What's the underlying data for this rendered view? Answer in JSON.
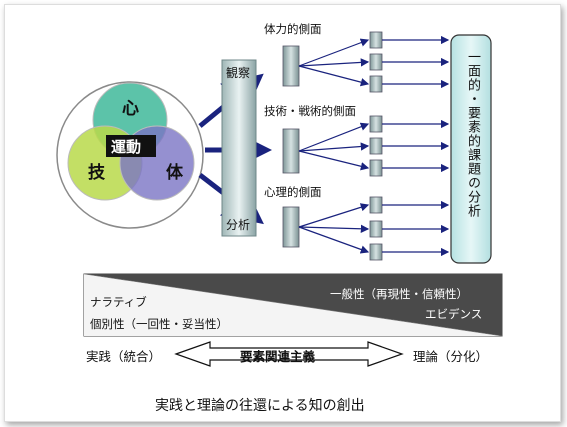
{
  "venn": {
    "center": "運動",
    "top": "心",
    "left": "技",
    "right": "体",
    "colors": {
      "top": "#3fb89a",
      "left": "#b9d94a",
      "right": "#7b74c4",
      "center_box": "#111111"
    }
  },
  "observation_bar": {
    "top": "観察",
    "bottom": "分析"
  },
  "aspects": [
    "体力的側面",
    "技術・戦術的側面",
    "心理的側面"
  ],
  "result_box": "一面的・要素的課題の分析",
  "spectrum": {
    "left_top": "ナラティブ",
    "left_bottom": "個別性（一回性・妥当性）",
    "right_top": "一般性（再現性・信頼性）",
    "right_bottom": "エビデンス"
  },
  "axis": {
    "left": "実践（統合）",
    "center": "要素関連主義",
    "right": "理論（分化）"
  },
  "caption": "実践と理論の往還による知の創出",
  "colors": {
    "arrow": "#1a237e",
    "bar": "#8fa7a8",
    "result_fill": "#c9ecec"
  }
}
